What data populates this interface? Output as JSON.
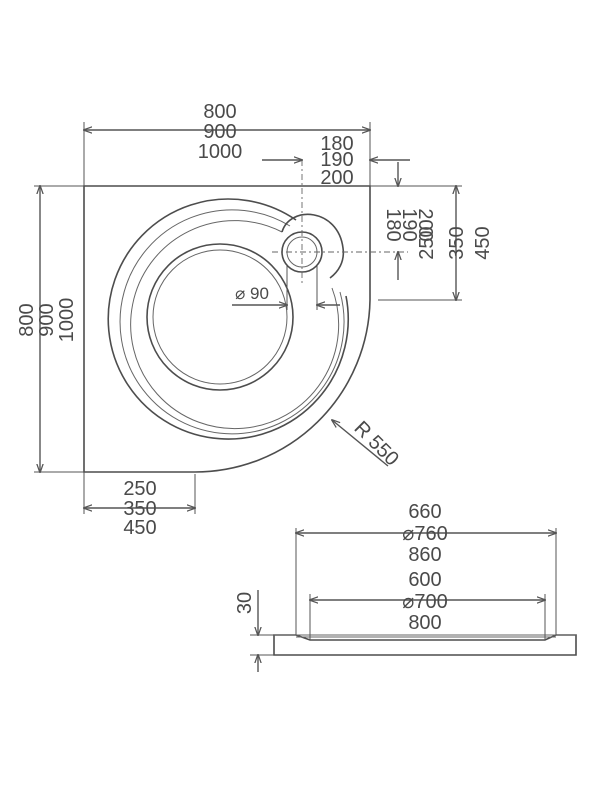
{
  "top_view": {
    "width_labels": [
      "800",
      "900",
      "1000"
    ],
    "drain_offset_labels": [
      "180",
      "190",
      "200"
    ],
    "drain_vertical_labels": [
      "180",
      "190",
      "200"
    ],
    "corner_right_labels": [
      "250",
      "350",
      "450"
    ],
    "depth_labels": [
      "800",
      "900",
      "1000"
    ],
    "corner_bottom_labels": [
      "250",
      "350",
      "450"
    ],
    "drain_diameter_label": "⌀ 90",
    "radius_label": "R 550"
  },
  "section_view": {
    "outer_labels": [
      "660",
      "⌀760",
      "860"
    ],
    "inner_labels": [
      "600",
      "⌀700",
      "800"
    ],
    "height_label": "30"
  }
}
